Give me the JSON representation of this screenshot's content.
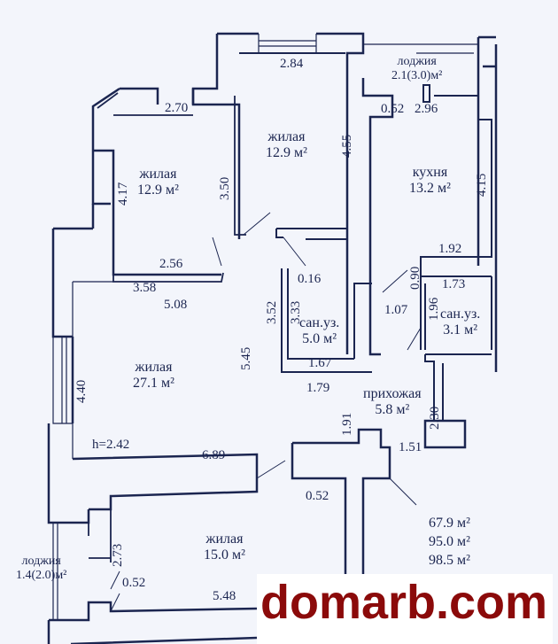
{
  "rooms": [
    {
      "name": "жилая",
      "area": "12.9 м²"
    },
    {
      "name": "жилая",
      "area": "12.9 м²"
    },
    {
      "name": "кухня",
      "area": "13.2 м²"
    },
    {
      "name": "лоджия",
      "area": "2.1(3.0)м²"
    },
    {
      "name": "сан.уз.",
      "area": "5.0 м²"
    },
    {
      "name": "сан.уз.",
      "area": "3.1 м²"
    },
    {
      "name": "жилая",
      "area": "27.1 м²"
    },
    {
      "name": "прихожая",
      "area": "5.8 м²"
    },
    {
      "name": "жилая",
      "area": "15.0 м²"
    },
    {
      "name": "лоджия",
      "area": "1.4(2.0)м²"
    }
  ],
  "dimensions": {
    "d284": "2.84",
    "d270": "2.70",
    "d052a": "0.52",
    "d296": "2.96",
    "d455": "4.55",
    "d417": "4.17",
    "d350": "3.50",
    "d415": "4.15",
    "d256": "2.56",
    "d192": "1.92",
    "d016": "0.16",
    "d090": "0.90",
    "d173": "1.73",
    "d358": "3.58",
    "d508": "5.08",
    "d352": "3.52",
    "d333": "3.33",
    "d107": "1.07",
    "d196": "1.96",
    "d545": "5.45",
    "d440": "4.40",
    "d167": "1.67",
    "d179": "1.79",
    "d191": "1.91",
    "d230": "2.30",
    "d151": "1.51",
    "d689": "6.89",
    "d052b": "0.52",
    "d273": "2.73",
    "d052c": "0.52",
    "d548": "5.48",
    "height": "h=2.42"
  },
  "totals": [
    "67.9 м²",
    "95.0 м²",
    "98.5 м²"
  ],
  "watermark": "domarb.com"
}
